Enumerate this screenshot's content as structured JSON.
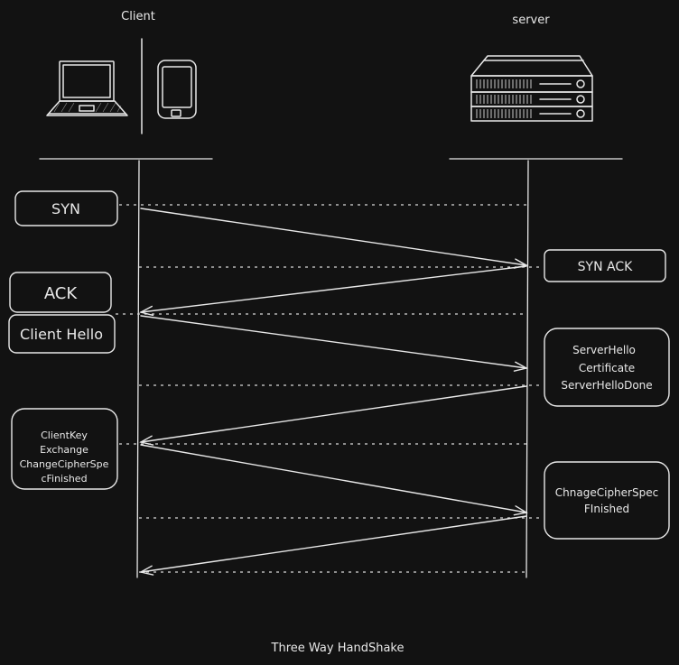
{
  "participants": {
    "client": "Client",
    "server": "server"
  },
  "client_messages": {
    "syn": "SYN",
    "ack": "ACK",
    "client_hello": "Client Hello",
    "client_key": [
      "ClientKey",
      "Exchange",
      "ChangeCipherSpe",
      "cFinished"
    ]
  },
  "server_messages": {
    "syn_ack": "SYN ACK",
    "server_hello": [
      "ServerHello",
      "Certificate",
      "ServerHelloDone"
    ],
    "change_cipher": [
      "ChnageCipherSpec",
      "FInished"
    ]
  },
  "caption": "Three Way HandShake",
  "icons": {
    "laptop": "laptop-icon",
    "phone": "phone-icon",
    "server": "server-rack-icon"
  },
  "colors": {
    "background": "#121212",
    "ink": "#e8e8e8"
  }
}
